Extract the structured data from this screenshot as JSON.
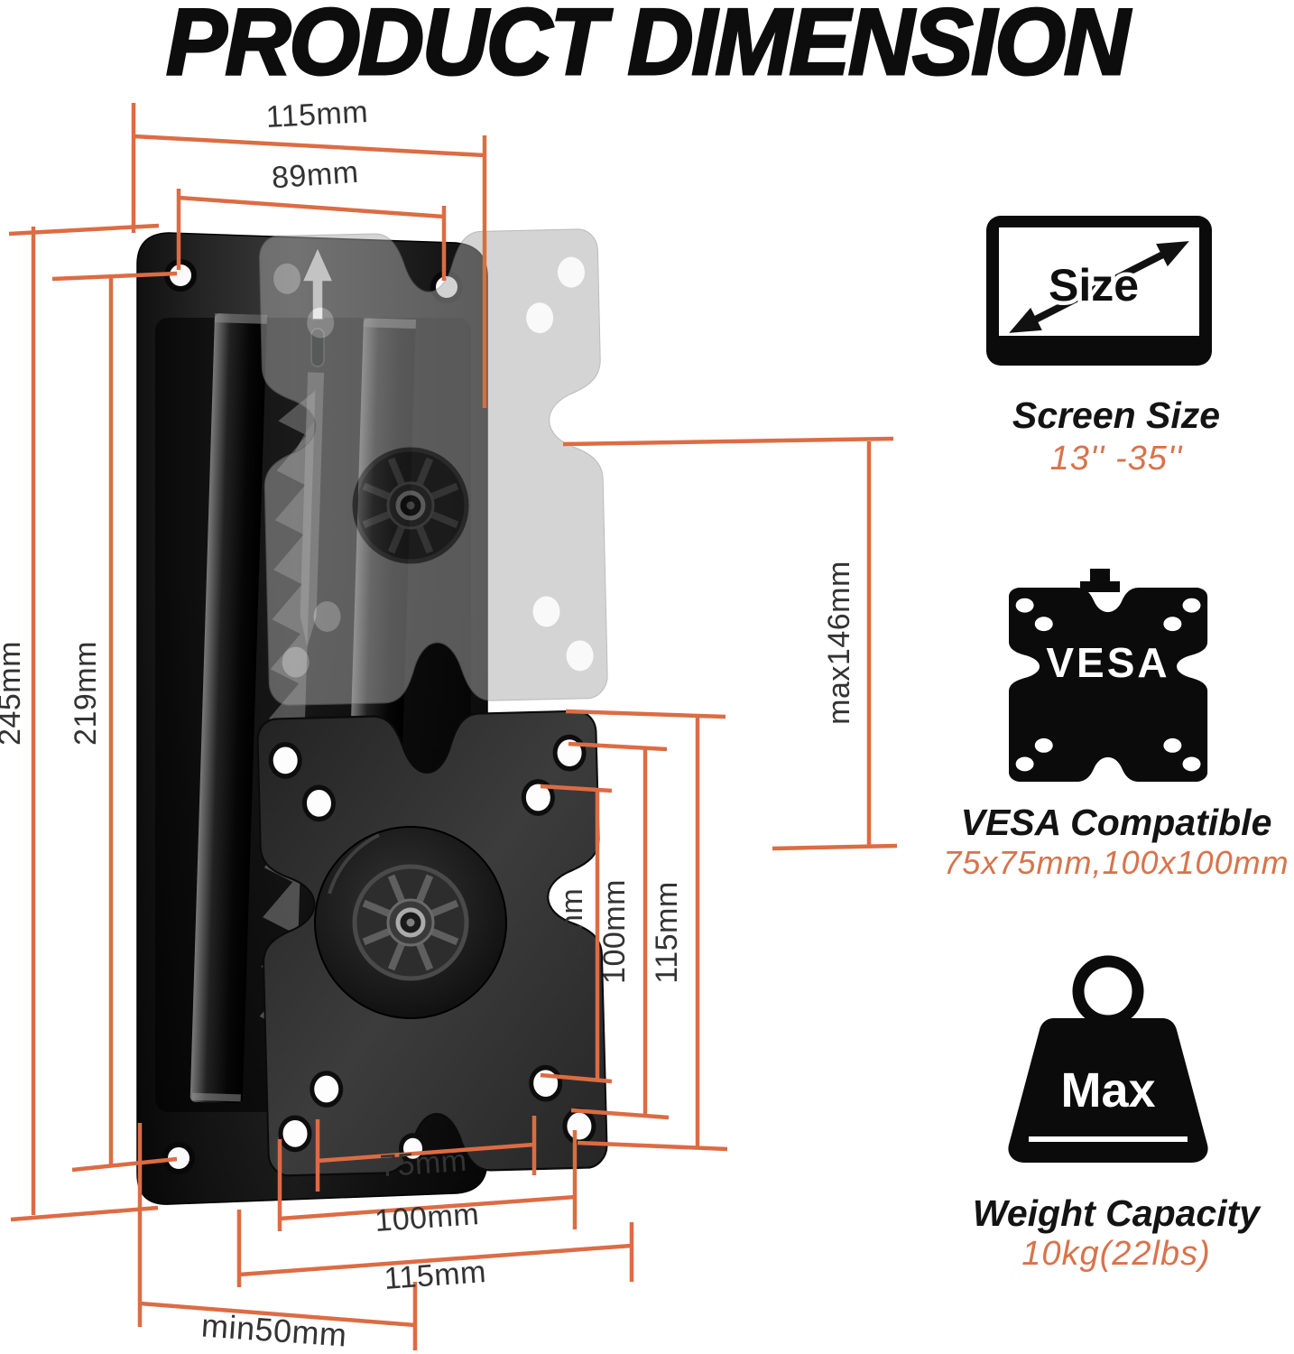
{
  "title": "PRODUCT DIMENSION",
  "colors": {
    "accent": "#DC6C44",
    "ink": "#0D0D0D"
  },
  "diagram": {
    "labels": {
      "top_width": "115mm",
      "top_holes": "89mm",
      "left_height": "245mm",
      "left_holes": "219mm",
      "max_height": "max146mm",
      "vesa_v_75": "75mm",
      "vesa_v_100": "100mm",
      "vesa_v_115": "115mm",
      "vesa_h_75": "75mm",
      "vesa_h_100": "100mm",
      "vesa_h_115": "115mm",
      "min_depth": "min50mm"
    }
  },
  "features": [
    {
      "icon": "screen-size-icon",
      "badge": "Size",
      "title": "Screen Size",
      "value": "13'' -35''"
    },
    {
      "icon": "vesa-plate-icon",
      "badge": "VESA",
      "title": "VESA Compatible",
      "value": "75x75mm,100x100mm"
    },
    {
      "icon": "weight-max-icon",
      "badge": "Max",
      "title": "Weight Capacity",
      "value": "10kg(22lbs)"
    }
  ]
}
